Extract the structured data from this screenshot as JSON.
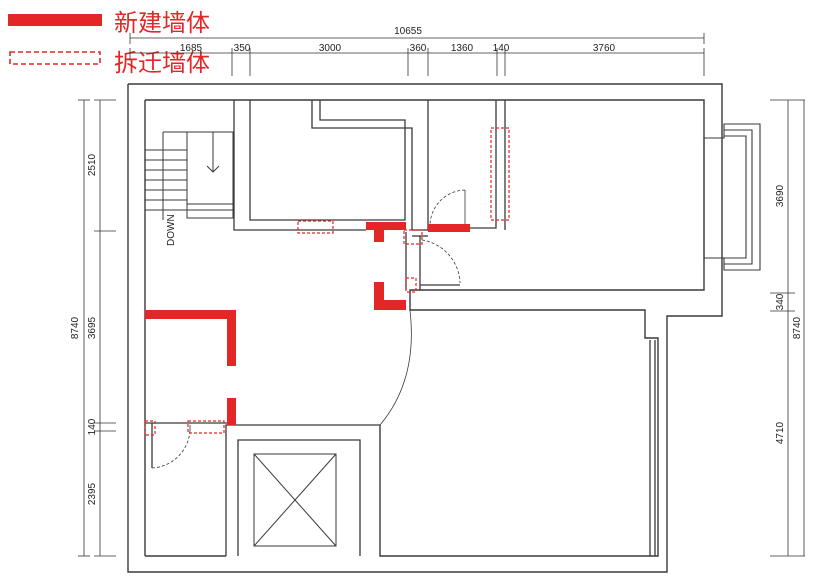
{
  "legend": {
    "new_wall_label": "新建墙体",
    "demolish_wall_label": "拆迁墙体",
    "new_wall_color": "#e32626",
    "demolish_wall_color": "#e32626"
  },
  "dimensions": {
    "total_width": "10655",
    "top_segments": [
      "1685",
      "350",
      "3000",
      "360",
      "1360",
      "140",
      "3760"
    ],
    "left_total": "8740",
    "left_segments": [
      "2510",
      "3695",
      "140",
      "2395"
    ],
    "right_total": "8740",
    "right_segments": [
      "3690",
      "340",
      "4710"
    ]
  },
  "labels": {
    "stair_direction": "DOWN"
  },
  "colors": {
    "wall_line": "#3a3a3a",
    "new_wall": "#e32626",
    "dim_line": "#333333"
  }
}
